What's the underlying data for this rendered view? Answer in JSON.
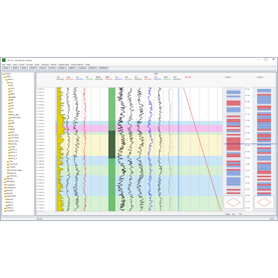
{
  "window": {
    "title": "Ecrin - Workflow Viewer",
    "accent_color": "#2e7d32",
    "controls": [
      "–",
      "□",
      "✕"
    ]
  },
  "menu": [
    "File",
    "Edit",
    "View",
    "Insert",
    "Format",
    "Tools",
    "Analysis",
    "Tracks",
    "Depth Data",
    "Interpretation",
    "Help"
  ],
  "toolbar": [
    "Open",
    "Save",
    "Print",
    "Zoom",
    "Track",
    "Curve",
    "Shade",
    "Depth",
    "Layout",
    "Export",
    "Window"
  ],
  "tree": {
    "items": [
      {
        "label": "Project",
        "depth": 0
      },
      {
        "label": "Wells",
        "depth": 1
      },
      {
        "label": "Well A",
        "depth": 2
      },
      {
        "label": "Logs",
        "depth": 3
      },
      {
        "label": "GR",
        "depth": 4
      },
      {
        "label": "CALI",
        "depth": 4
      },
      {
        "label": "DT",
        "depth": 4
      },
      {
        "label": "NPHI",
        "depth": 4
      },
      {
        "label": "RHOB",
        "depth": 4
      },
      {
        "label": "PEF",
        "depth": 4
      },
      {
        "label": "ILD",
        "depth": 4
      },
      {
        "label": "ILM",
        "depth": 4
      },
      {
        "label": "SFL",
        "depth": 4
      },
      {
        "label": "SP",
        "depth": 4
      },
      {
        "label": "Deep_Res",
        "depth": 4
      },
      {
        "label": "Shallow_Res",
        "depth": 4
      },
      {
        "label": "Vsh",
        "depth": 4
      },
      {
        "label": "PHIE",
        "depth": 4
      },
      {
        "label": "SW",
        "depth": 4
      },
      {
        "label": "BVW",
        "depth": 4
      },
      {
        "label": "Perm",
        "depth": 4
      },
      {
        "label": "Lith_Sand",
        "depth": 4
      },
      {
        "label": "Lith_Shale",
        "depth": 4
      },
      {
        "label": "Lith_Lime",
        "depth": 4
      },
      {
        "label": "Net_Pay",
        "depth": 4
      },
      {
        "label": "Flags",
        "depth": 4
      },
      {
        "label": "Zone_1",
        "depth": 4
      },
      {
        "label": "Zone_2",
        "depth": 4
      },
      {
        "label": "Zone_3",
        "depth": 4
      },
      {
        "label": "Zone_4",
        "depth": 4
      },
      {
        "label": "Tops",
        "depth": 3
      },
      {
        "label": "Core Data",
        "depth": 3
      },
      {
        "label": "Images",
        "depth": 3
      },
      {
        "label": "Formation Tests",
        "depth": 3
      },
      {
        "label": "Pressure",
        "depth": 3
      },
      {
        "label": "Summary",
        "depth": 3
      },
      {
        "label": "Layouts",
        "depth": 1
      },
      {
        "label": "Templates",
        "depth": 1
      },
      {
        "label": "Crossplots",
        "depth": 1
      },
      {
        "label": "Histograms",
        "depth": 1
      },
      {
        "label": "Results",
        "depth": 1
      },
      {
        "label": "Reports",
        "depth": 1
      },
      {
        "label": "Depth Shift",
        "depth": 1
      },
      {
        "label": "Well B",
        "depth": 2
      },
      {
        "label": "Well C",
        "depth": 2
      },
      {
        "label": "Well D",
        "depth": 2
      },
      {
        "label": "Settings",
        "depth": 1
      },
      {
        "label": "Log Panel",
        "depth": 1
      }
    ]
  },
  "logview": {
    "depth_labels": [
      "10,980.00",
      "11,000.00",
      "11,020.00",
      "11,040.00",
      "11,060.00",
      "11,080.00",
      "11,100.00",
      "11,120.00",
      "11,140.00",
      "11,160.00",
      "11,180.00",
      "11,200.00",
      "11,220.00",
      "11,240.00",
      "11,260.00",
      "11,280.00",
      "11,300.00",
      "11,320.00",
      "11,340.00",
      "11,360.00",
      "11,380.00",
      "11,400.00",
      "11,420.00",
      "11,440.00",
      "11,460.00",
      "11,480.00",
      "11,500.00",
      "11,520.00",
      "11,540.00",
      "11,560.00",
      "11,580.00",
      "11,600.00",
      "11,620.00",
      "11,640.00",
      "11,660.00",
      "11,680.00",
      "11,700.00",
      "11,720.00",
      "11,740.00",
      "11,760.00"
    ],
    "right_depth_labels": [
      "11000",
      "11040",
      "11080",
      "11120",
      "11160",
      "11200",
      "11240",
      "11280",
      "11320",
      "11360",
      "11400",
      "11440",
      "11480",
      "11520",
      "11560",
      "11600",
      "11640",
      "11680",
      "11720",
      "11760"
    ],
    "header_title": "Well",
    "track_headers": [
      "GR",
      "CALI",
      "SP",
      "DT",
      "RHOB",
      "NPHI",
      "ILD",
      "ILM",
      "SFL",
      "PEF",
      "Vsh",
      "PHIE",
      "SW"
    ],
    "resistivity_header": "RT / Rxo",
    "image_header_1": "Image 1",
    "image_header_2": "Image 2",
    "footer_labels": [
      "Image",
      "Log",
      "Full"
    ],
    "colors": {
      "zone_magenta": "#f5b6f0",
      "zone_blue": "#bfe3f7",
      "zone_yellow": "#fbf6c9",
      "zone_green": "#cfeecb",
      "gr_fill": "#e2d200",
      "lith_green": "#4caf50",
      "image_red": "#d9404a",
      "image_blue": "#6b8fd6"
    }
  },
  "statusbar": {
    "text": "Ready",
    "zoom": "100%"
  }
}
